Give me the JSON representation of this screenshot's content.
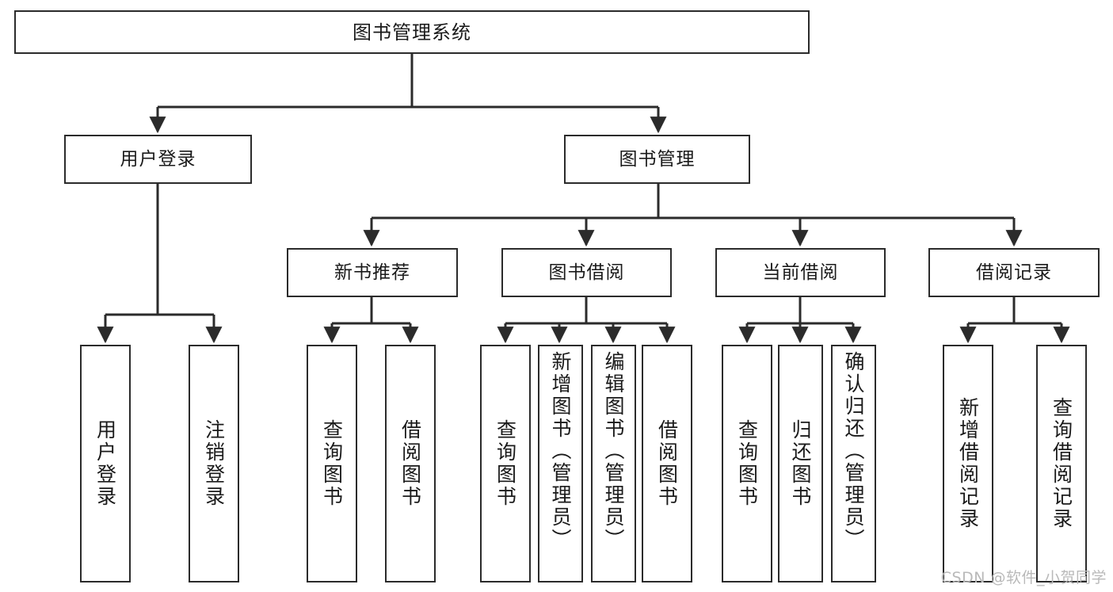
{
  "diagram": {
    "title": "图书管理系统",
    "type": "tree",
    "stroke_color": "#2b2b2b",
    "fill_color": "#ffffff",
    "text_color": "#1a1a1a",
    "watermark": "CSDN @软件_小贺同学",
    "nodes": {
      "root": {
        "label": "图书管理系统"
      },
      "level2": [
        {
          "label": "用户登录"
        },
        {
          "label": "图书管理"
        }
      ],
      "level3": [
        {
          "label": "新书推荐"
        },
        {
          "label": "图书借阅"
        },
        {
          "label": "当前借阅"
        },
        {
          "label": "借阅记录"
        }
      ],
      "leaves": {
        "user_login": [
          {
            "label": "用户登录"
          },
          {
            "label": "注销登录"
          }
        ],
        "new_book_recommend": [
          {
            "label": "查询图书"
          },
          {
            "label": "借阅图书"
          }
        ],
        "book_borrow": [
          {
            "label": "查询图书"
          },
          {
            "label": "新增图书（管理员）"
          },
          {
            "label": "编辑图书（管理员）"
          },
          {
            "label": "借阅图书"
          }
        ],
        "current_borrow": [
          {
            "label": "查询图书"
          },
          {
            "label": "归还图书"
          },
          {
            "label": "确认归还（管理员）"
          }
        ],
        "borrow_record": [
          {
            "label": "新增借阅记录"
          },
          {
            "label": "查询借阅记录"
          }
        ]
      }
    }
  }
}
